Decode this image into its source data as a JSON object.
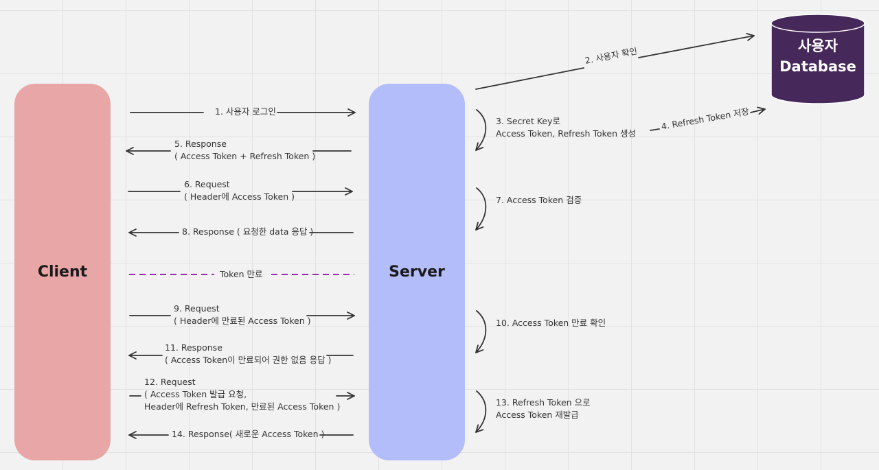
{
  "lanes": {
    "client": "Client",
    "server": "Server"
  },
  "database": {
    "line1": "사용자",
    "line2": "Database"
  },
  "steps": {
    "s1": "1. 사용자 로그인",
    "s2": "2. 사용자 확인",
    "s3_line1": "3. Secret Key로",
    "s3_line2": "Access Token, Refresh Token 생성",
    "s4": "4. Refresh Token 저장",
    "s5_line1": "5. Response",
    "s5_line2": "( Access Token + Refresh Token )",
    "s6_line1": "6. Request",
    "s6_line2": "( Header에 Access Token )",
    "s7": "7. Access Token 검증",
    "s8": "8. Response ( 요청한 data 응답 )",
    "expired": "Token 만료",
    "s9_line1": "9. Request",
    "s9_line2": "( Header에 만료된 Access Token )",
    "s10": "10. Access Token 만료 확인",
    "s11_line1": "11. Response",
    "s11_line2": "( Access Token이 만료되어 권한 없음 응답 )",
    "s12_line1": "12. Request",
    "s12_line2": "( Access Token 발급 요청,",
    "s12_line3": "Header에 Refresh Token, 만료된 Access Token )",
    "s13_line1": "13. Refresh Token 으로",
    "s13_line2": "Access Token 재발급",
    "s14": "14. Response( 새로운 Access Token )"
  },
  "colors": {
    "client_lane": "#e8a6a6",
    "server_lane": "#b3bdfa",
    "database": "#46285a",
    "arrow": "#333333",
    "expired_line": "#9c27b0",
    "background": "#f2f2f2"
  }
}
